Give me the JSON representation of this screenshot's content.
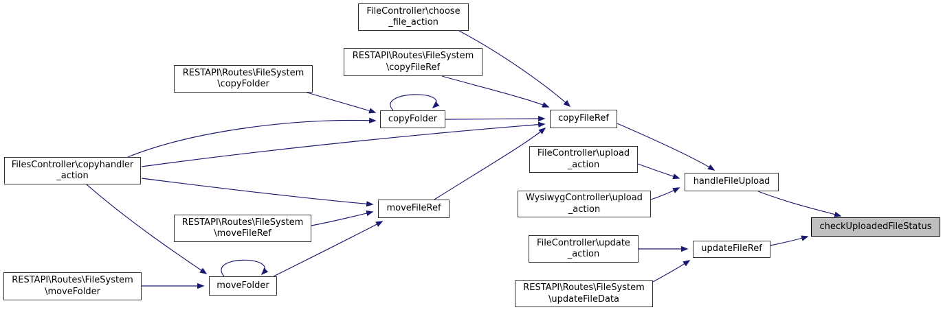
{
  "diagram": {
    "type": "call-graph",
    "highlight_node": "checkUploadedFileStatus",
    "colors": {
      "edge": "#191970",
      "node_fill": "#ffffff",
      "node_border": "#353535",
      "highlight_fill": "#bfbfbf",
      "highlight_border": "#000000",
      "text": "#000000"
    },
    "nodes": {
      "choose_file_action": {
        "label": "FileController\\choose\n_file_action"
      },
      "rest_copy_file_ref": {
        "label": "RESTAPI\\Routes\\FileSystem\n\\copyFileRef"
      },
      "rest_copy_folder": {
        "label": "RESTAPI\\Routes\\FileSystem\n\\copyFolder"
      },
      "copy_folder": {
        "label": "copyFolder"
      },
      "copy_file_ref": {
        "label": "copyFileRef"
      },
      "copyhandler_action": {
        "label": "FilesController\\copyhandler\n_action"
      },
      "fc_upload_action": {
        "label": "FileController\\upload\n_action"
      },
      "wysiwyg_upload_action": {
        "label": "WysiwygController\\upload\n_action"
      },
      "handle_file_upload": {
        "label": "handleFileUpload"
      },
      "move_file_ref": {
        "label": "moveFileRef"
      },
      "rest_move_file_ref": {
        "label": "RESTAPI\\Routes\\FileSystem\n\\moveFileRef"
      },
      "rest_move_folder": {
        "label": "RESTAPI\\Routes\\FileSystem\n\\moveFolder"
      },
      "move_folder": {
        "label": "moveFolder"
      },
      "fc_update_action": {
        "label": "FileController\\update\n_action"
      },
      "update_file_ref": {
        "label": "updateFileRef"
      },
      "rest_update_file_data": {
        "label": "RESTAPI\\Routes\\FileSystem\n\\updateFileData"
      },
      "check_uploaded_file_status": {
        "label": "checkUploadedFileStatus"
      }
    },
    "edges": [
      {
        "from": "choose_file_action",
        "to": "copy_file_ref"
      },
      {
        "from": "rest_copy_file_ref",
        "to": "copy_file_ref"
      },
      {
        "from": "rest_copy_folder",
        "to": "copy_folder"
      },
      {
        "from": "copyhandler_action",
        "to": "copy_folder"
      },
      {
        "from": "copyhandler_action",
        "to": "copy_file_ref"
      },
      {
        "from": "copyhandler_action",
        "to": "move_file_ref"
      },
      {
        "from": "copyhandler_action",
        "to": "move_folder"
      },
      {
        "from": "copy_folder",
        "to": "copy_folder"
      },
      {
        "from": "copy_folder",
        "to": "copy_file_ref"
      },
      {
        "from": "move_file_ref",
        "to": "copy_file_ref"
      },
      {
        "from": "rest_move_file_ref",
        "to": "move_file_ref"
      },
      {
        "from": "move_folder",
        "to": "move_file_ref"
      },
      {
        "from": "move_folder",
        "to": "move_folder"
      },
      {
        "from": "rest_move_folder",
        "to": "move_folder"
      },
      {
        "from": "copy_file_ref",
        "to": "handle_file_upload"
      },
      {
        "from": "fc_upload_action",
        "to": "handle_file_upload"
      },
      {
        "from": "wysiwyg_upload_action",
        "to": "handle_file_upload"
      },
      {
        "from": "handle_file_upload",
        "to": "check_uploaded_file_status"
      },
      {
        "from": "fc_update_action",
        "to": "update_file_ref"
      },
      {
        "from": "rest_update_file_data",
        "to": "update_file_ref"
      },
      {
        "from": "update_file_ref",
        "to": "check_uploaded_file_status"
      }
    ]
  }
}
